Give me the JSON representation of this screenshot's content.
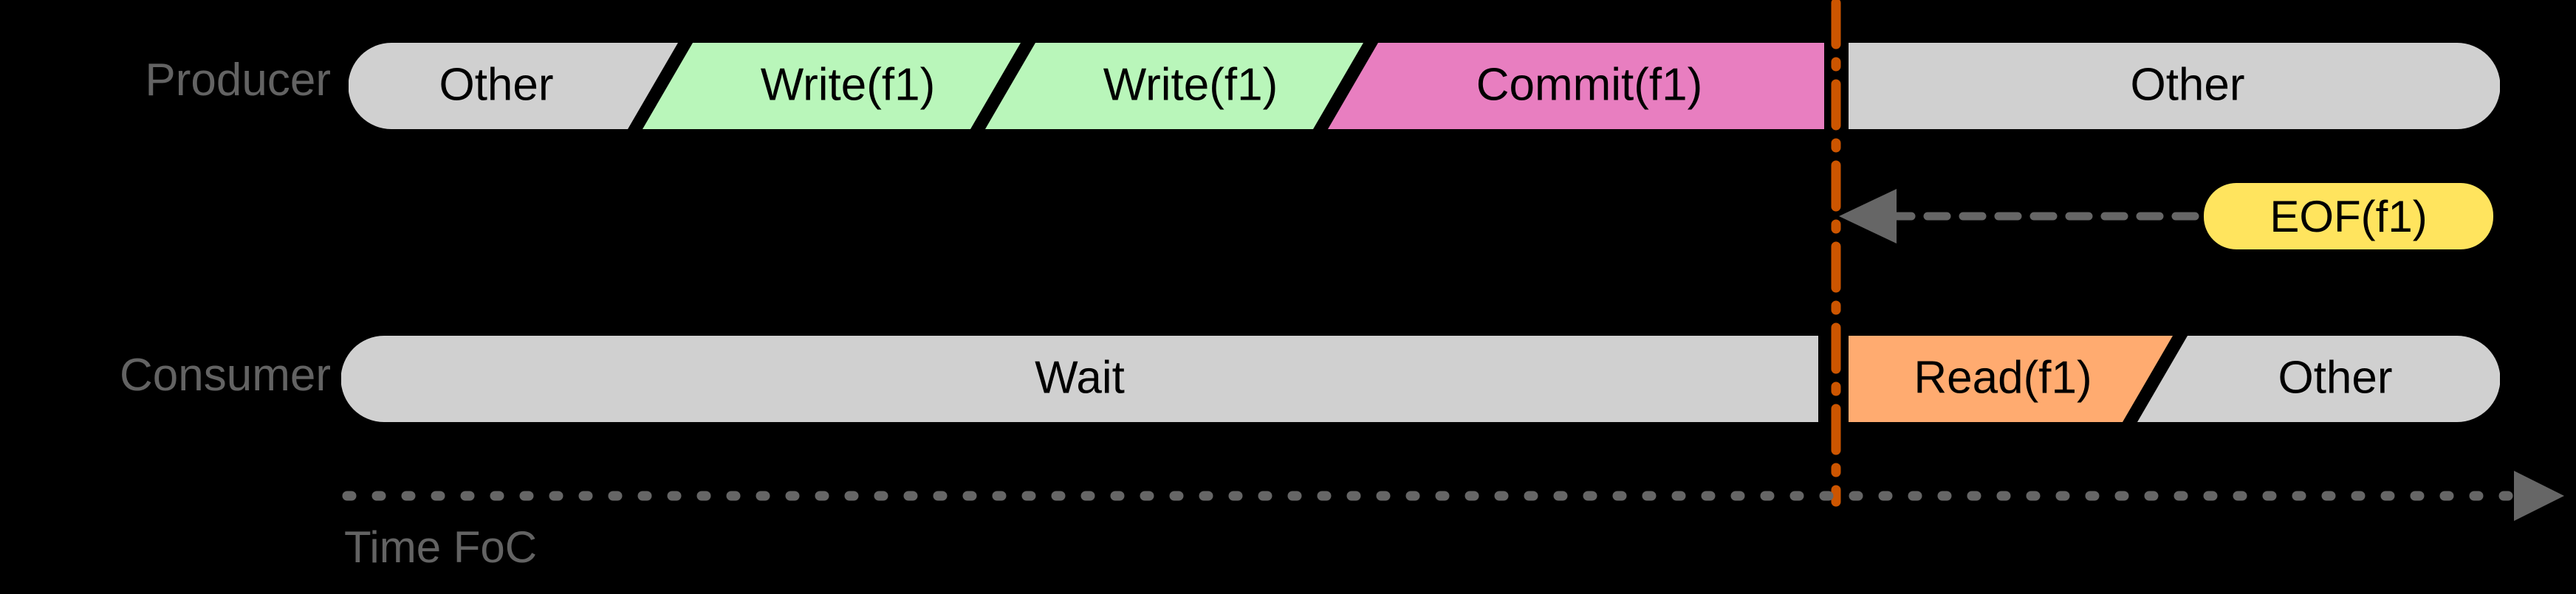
{
  "diagram": {
    "title": "Producer/Consumer file lifecycle timeline",
    "background": "#000000",
    "label_color": "#636363",
    "marker_line_color": "#cc5500",
    "arrow_color": "#666666"
  },
  "lanes": [
    {
      "name": "producer",
      "label": "Producer",
      "segments": [
        {
          "label": "Other",
          "color": "#d0d0d0",
          "role": "idle"
        },
        {
          "label": "Write(f1)",
          "color": "#b9f6ba",
          "role": "write"
        },
        {
          "label": "Write(f1)",
          "color": "#b9f6ba",
          "role": "write"
        },
        {
          "label": "Commit(f1)",
          "color": "#e87ec0",
          "role": "commit"
        },
        {
          "label": "Other",
          "color": "#d0d0d0",
          "role": "idle"
        }
      ]
    },
    {
      "name": "consumer",
      "label": "Consumer",
      "segments": [
        {
          "label": "Wait",
          "color": "#d0d0d0",
          "role": "wait"
        },
        {
          "label": "Read(f1)",
          "color": "#ffab70",
          "role": "read"
        },
        {
          "label": "Other",
          "color": "#d0d0d0",
          "role": "idle"
        }
      ]
    }
  ],
  "event": {
    "label": "EOF(f1)",
    "pill_color": "#ffe45e",
    "text_color": "#000000",
    "arrow_direction": "left",
    "arrow_style": "dashed"
  },
  "axis": {
    "caption": "Time FoC",
    "style": "dotted",
    "arrow_direction": "right",
    "color": "#666666"
  }
}
